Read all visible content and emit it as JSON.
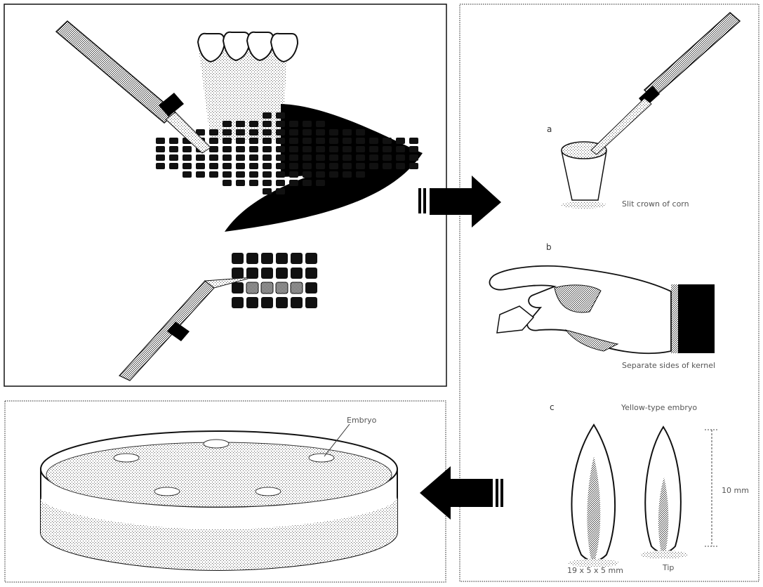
{
  "panels": {
    "top_right": {
      "step_a": {
        "letter": "a",
        "caption": "Slit crown of corn"
      },
      "step_b": {
        "letter": "b",
        "caption": "Separate sides of kernel"
      },
      "step_c": {
        "letter": "c",
        "title": "Yellow-type embryo",
        "size_left": "19 x 5 x 5 mm",
        "size_right": "Tip",
        "dimension": "10 mm"
      }
    },
    "bottom_left": {
      "embryo_label": "Embryo"
    }
  },
  "colors": {
    "outline": "#111111",
    "dither": "#9a9a9a",
    "dark": "#000000",
    "background": "#ffffff"
  }
}
